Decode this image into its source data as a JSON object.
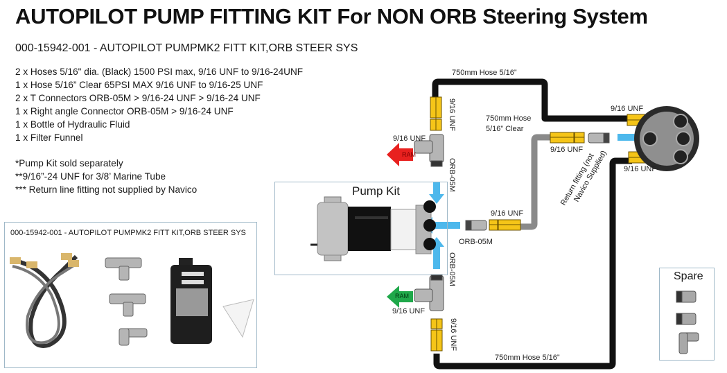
{
  "header": {
    "title": "AUTOPILOT PUMP FITTING KIT For NON ORB Steering System",
    "subtitle": "000-15942-001 - AUTOPILOT PUMPMK2 FITT KIT,ORB STEER SYS"
  },
  "contents": [
    "2 x Hoses 5/16\" dia. (Black) 1500 PSI max, 9/16 UNF to 9/16-24UNF",
    "1 x Hose 5/16” Clear 65PSI MAX 9/16 UNF to 9/16-25 UNF",
    "2 x T Connectors ORB-05M > 9/16-24 UNF > 9/16-24 UNF",
    "1 x Right angle Connector ORB-05M > 9/16-24 UNF",
    "1 x Bottle of Hydraulic Fluid",
    "1 x Filter Funnel"
  ],
  "notes": [
    "*Pump Kit sold separately",
    "**9/16”-24 UNF for 3/8’ Marine Tube",
    "*** Return line fitting not supplied by Navico"
  ],
  "kit_photo": {
    "caption": "000-15942-001 - AUTOPILOT PUMPMK2 FITT KIT,ORB STEER SYS"
  },
  "pump_kit": {
    "title": "Pump Kit"
  },
  "spare": {
    "title": "Spare"
  },
  "labels": {
    "hose_top": "750mm Hose 5/16”",
    "hose_bottom": "750mm Hose 5/16”",
    "hose_clear_line1": "750mm Hose",
    "hose_clear_line2": "5/16” Clear",
    "unf": "9/16 UNF",
    "orb": "ORB-05M",
    "ram": "RAM",
    "return_line1": "Return fitting (not",
    "return_line2": "Navico Supplied)"
  },
  "colors": {
    "hose_black": "#111111",
    "hose_clear": "#8a8a8a",
    "fitting_yellow": "#f5c518",
    "flow_arrow": "#4db8ec",
    "ram_red": "#e8211f",
    "ram_green": "#1fa84a",
    "box_border": "#9fb8c8"
  }
}
